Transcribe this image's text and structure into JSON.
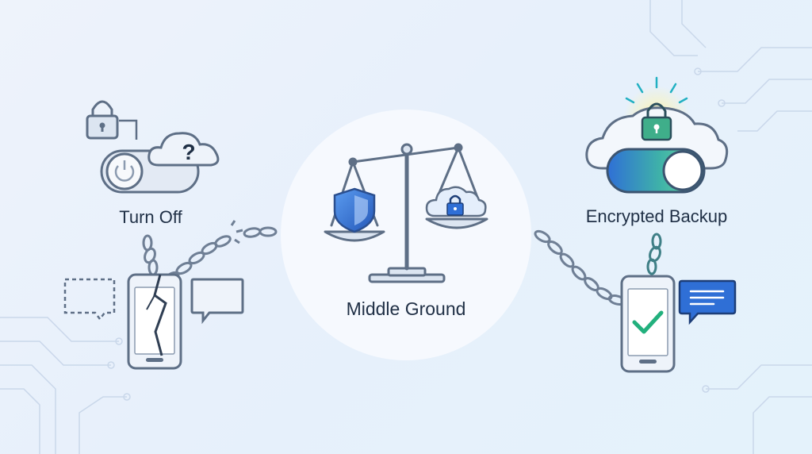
{
  "labels": {
    "left": "Turn Off",
    "center": "Middle Ground",
    "right": "Encrypted Backup"
  },
  "glyphs": {
    "question_mark": "?"
  },
  "colors": {
    "accent_blue": "#2f6fd6",
    "accent_green": "#22b07d",
    "outline": "#5e6f86",
    "chain": "#6f7f95"
  }
}
